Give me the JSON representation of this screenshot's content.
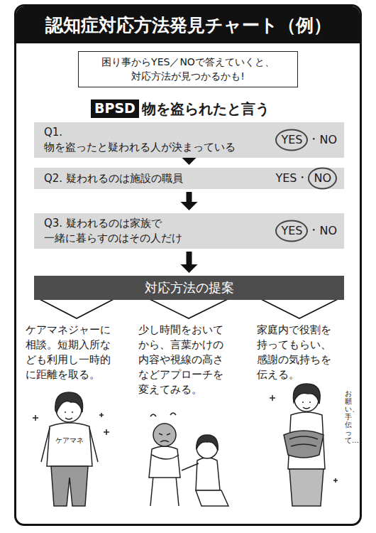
{
  "diagram": {
    "title": "認知症対応方法発見チャート（例）",
    "nodes": [
      {
        "text": [
          "困り事からYES／NOで答えていくと、 対応方法が見つかるかも!"
        ]
      },
      {
        "text": [
          "BPSD"
        ]
      },
      {
        "text": [
          "Q1. 物を盗ったと疑われる人が決まっている",
          "・",
          "NO"
        ]
      },
      {
        "text": [
          "YES"
        ],
        "in": 2
      },
      {
        "text": [
          "Q2. 疑われるのは施設の職員",
          "YES",
          "・"
        ]
      },
      {
        "text": [
          "NO"
        ],
        "in": 4
      },
      {
        "text": [
          "Q3. 疑われるのは家族で 一緒に暮らすのはその人だけ",
          "・",
          "NO"
        ]
      },
      {
        "text": [
          "YES"
        ],
        "in": 6
      },
      {
        "text": [
          "対応方法の提案"
        ]
      }
    ],
    "edges": [
      {
        "from": 2,
        "to": 4,
        "arrow": "to"
      },
      {
        "from": 4,
        "to": 6,
        "arrow": "to"
      },
      {
        "from": 6,
        "to": 8,
        "arrow": "to"
      }
    ],
    "labels": [
      "物を盗られたと言う",
      "ケアマネジャーに 相談。短期入所な ども利用し一時的 に距離を取る。",
      "少し時間をおいて から、言葉かけの 内容や視線の高さ などアプローチを 変えてみる。",
      "家庭内で役割を 持ってもらい、 感謝の気持ちを 伝える。",
      "ケアマネ",
      "お願い、手伝って…"
    ]
  }
}
